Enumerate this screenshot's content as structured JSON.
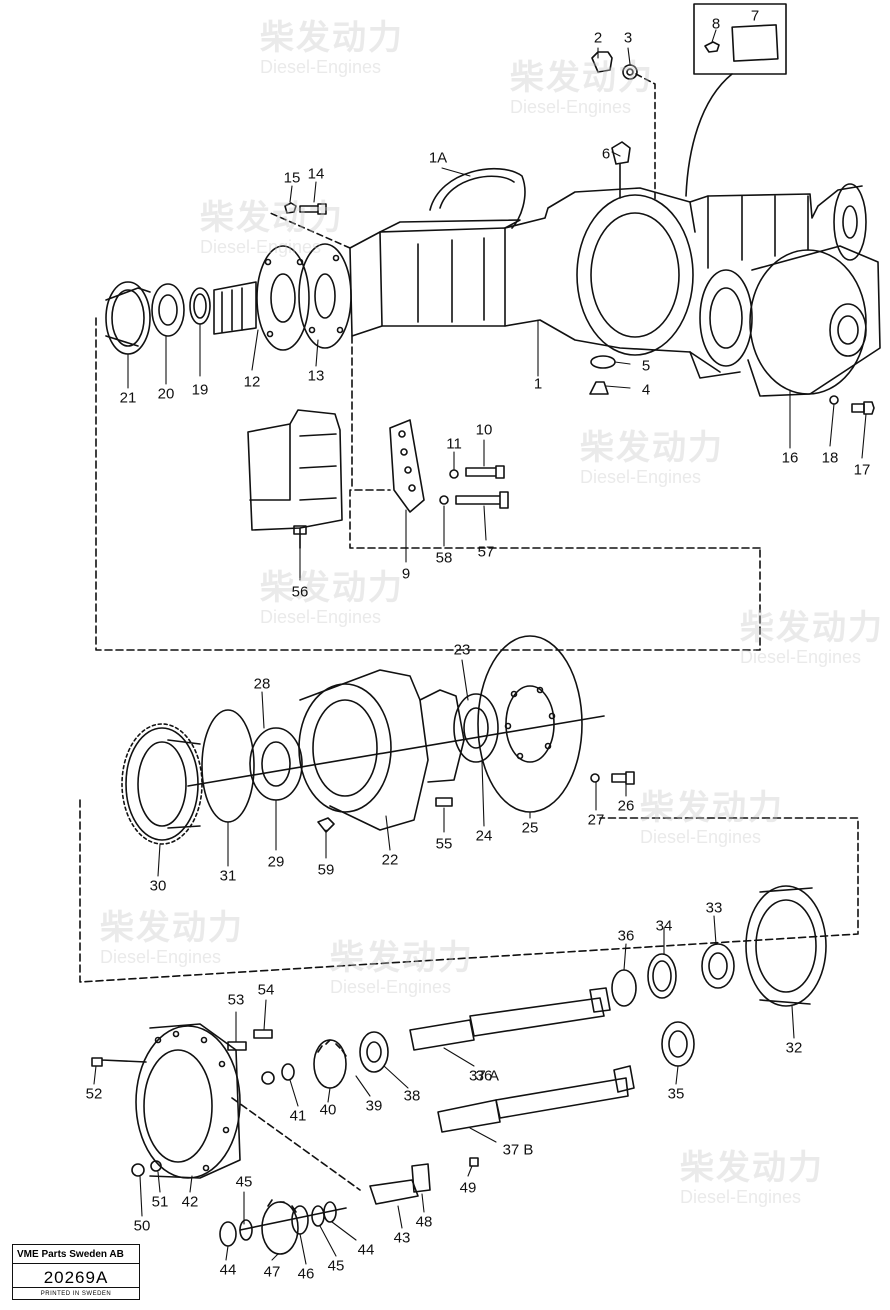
{
  "watermark": {
    "chinese": "柴发动力",
    "english": "Diesel-Engines"
  },
  "title_block": {
    "company": "VME Parts Sweden AB",
    "drawing_number": "20269A",
    "printed": "PRINTED IN SWEDEN"
  },
  "callouts": [
    "1",
    "1A",
    "2",
    "3",
    "4",
    "5",
    "6",
    "7",
    "8",
    "9",
    "10",
    "11",
    "12",
    "13",
    "14",
    "15",
    "16",
    "17",
    "18",
    "19",
    "20",
    "21",
    "22",
    "23",
    "24",
    "25",
    "26",
    "27",
    "28",
    "29",
    "30",
    "31",
    "32",
    "33",
    "34",
    "35",
    "36",
    "37 A",
    "37 B",
    "38",
    "39",
    "40",
    "41",
    "42",
    "43",
    "44",
    "44",
    "45",
    "45",
    "46",
    "47",
    "48",
    "49",
    "50",
    "51",
    "52",
    "53",
    "54",
    "55",
    "56",
    "57",
    "58",
    "59"
  ],
  "colors": {
    "line": "#111111",
    "watermark": "#c8c8c8",
    "background": "#ffffff"
  }
}
